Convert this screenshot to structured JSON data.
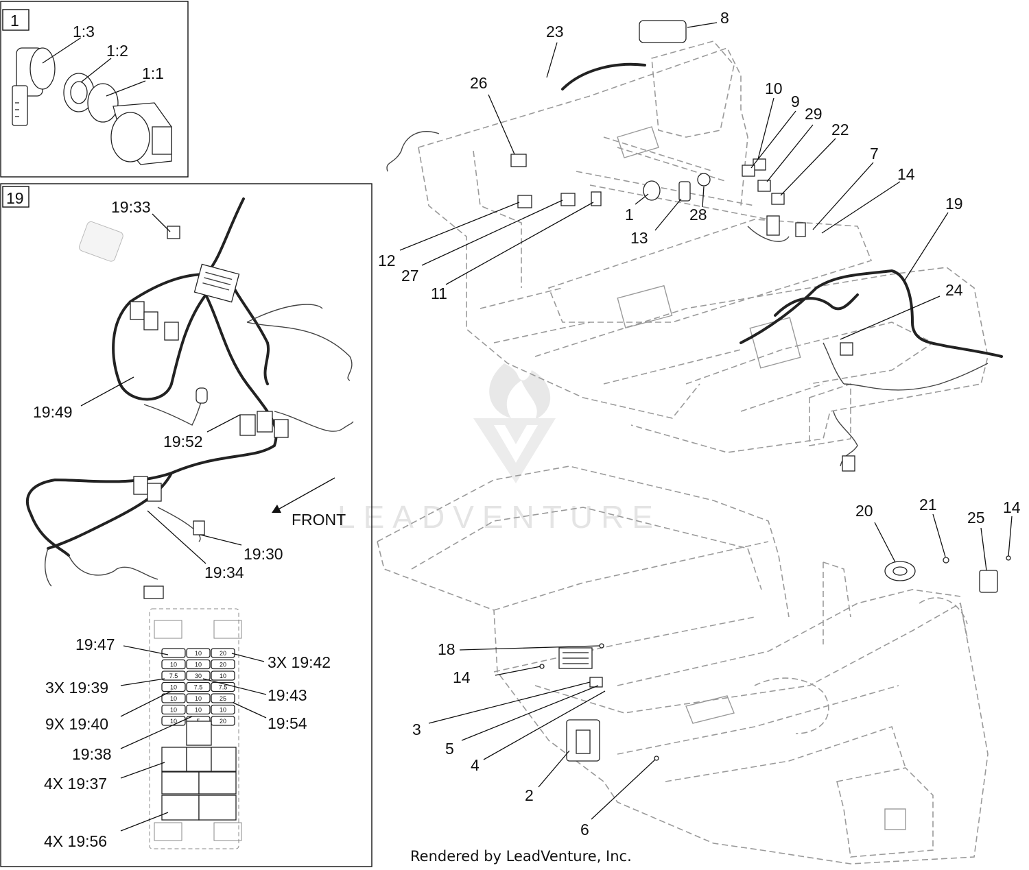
{
  "inset_1": {
    "box_label": "1",
    "callouts": [
      "1:3",
      "1:2",
      "1:1"
    ]
  },
  "inset_19": {
    "box_label": "19",
    "callouts": [
      "19:33",
      "19:49",
      "19:52",
      "19:30",
      "19:34"
    ],
    "front_label": "FRONT",
    "fuse_callouts": [
      "19:47",
      "3X 19:42",
      "3X 19:39",
      "19:43",
      "9X 19:40",
      "19:54",
      "19:38",
      "4X 19:37",
      "4X 19:56"
    ],
    "fuse_values": [
      [
        "",
        "10",
        "20"
      ],
      [
        "10",
        "10",
        "20"
      ],
      [
        "7.5",
        "30",
        "10"
      ],
      [
        "10",
        "7.5",
        "7.5"
      ],
      [
        "10",
        "10",
        "25"
      ],
      [
        "10",
        "10",
        "10"
      ],
      [
        "10",
        "5",
        "20"
      ]
    ]
  },
  "upper_callouts": [
    "23",
    "8",
    "26",
    "10",
    "9",
    "29",
    "22",
    "7",
    "14",
    "19",
    "1",
    "28",
    "13",
    "12",
    "27",
    "11",
    "24"
  ],
  "lower_callouts": [
    "20",
    "21",
    "25",
    "14",
    "18",
    "14",
    "3",
    "5",
    "4",
    "2",
    "6"
  ],
  "watermark": "LEADVENTURE",
  "credit": "Rendered by LeadVenture, Inc."
}
